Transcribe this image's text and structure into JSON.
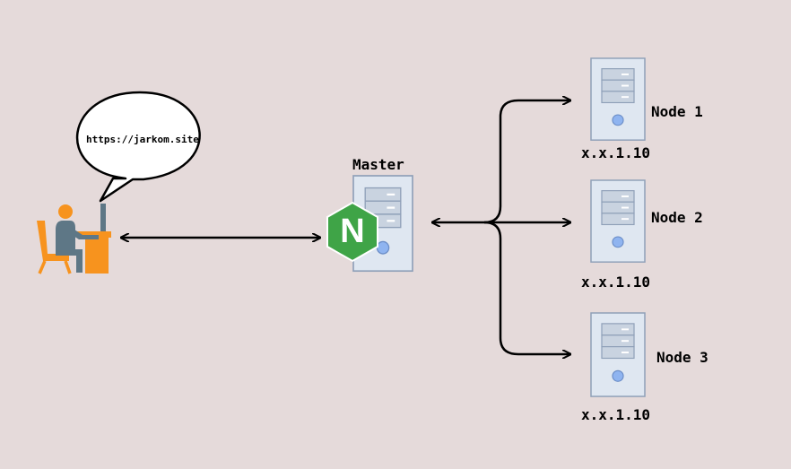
{
  "user": {
    "speech_bubble_text": "https://jarkom.site",
    "icon": "person-at-desk-icon"
  },
  "master": {
    "label": "Master",
    "logo_letter": "N",
    "logo_color": "#3fa447"
  },
  "nodes": [
    {
      "label": "Node 1",
      "ip": "x.x.1.10"
    },
    {
      "label": "Node 2",
      "ip": "x.x.1.10"
    },
    {
      "label": "Node 3",
      "ip": "x.x.1.10"
    }
  ],
  "colors": {
    "background": "#e5dada",
    "server_fill": "#dfe7f1",
    "server_stroke": "#8fa0b8",
    "server_led": "#8fb4f0",
    "person_orange": "#f7931e",
    "person_gray": "#5e7786"
  }
}
